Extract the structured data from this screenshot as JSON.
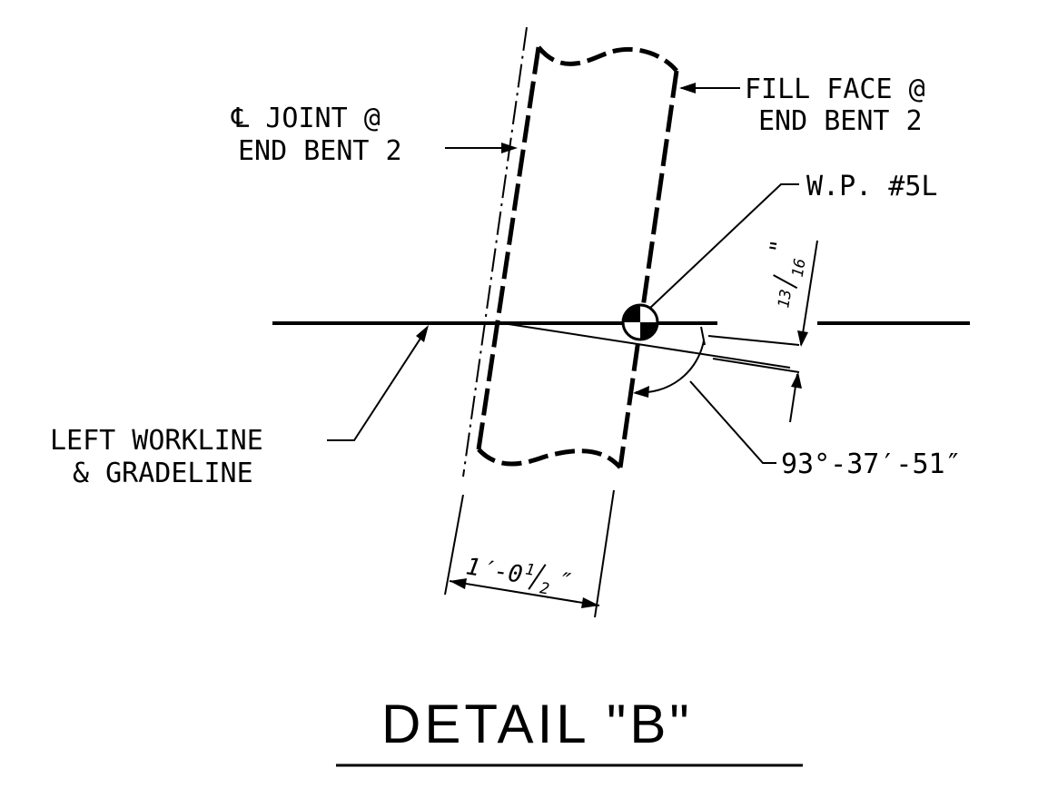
{
  "labels": {
    "cl_joint_line1": "℄ JOINT @",
    "cl_joint_line2": "END BENT 2",
    "fill_face_line1": "FILL FACE @",
    "fill_face_line2": "END BENT 2",
    "work_point": "W.P. #5L",
    "left_workline_line1": "LEFT WORKLINE",
    "left_workline_line2": "& GRADELINE"
  },
  "dimensions": {
    "offset_whole": "13",
    "offset_den": "16",
    "offset_unit": "\"",
    "skew_angle": "93°-37′-51″",
    "width_main": "1′-0",
    "width_num": "1",
    "width_den": "2",
    "width_unit": "″"
  },
  "title": "DETAIL \"B\""
}
